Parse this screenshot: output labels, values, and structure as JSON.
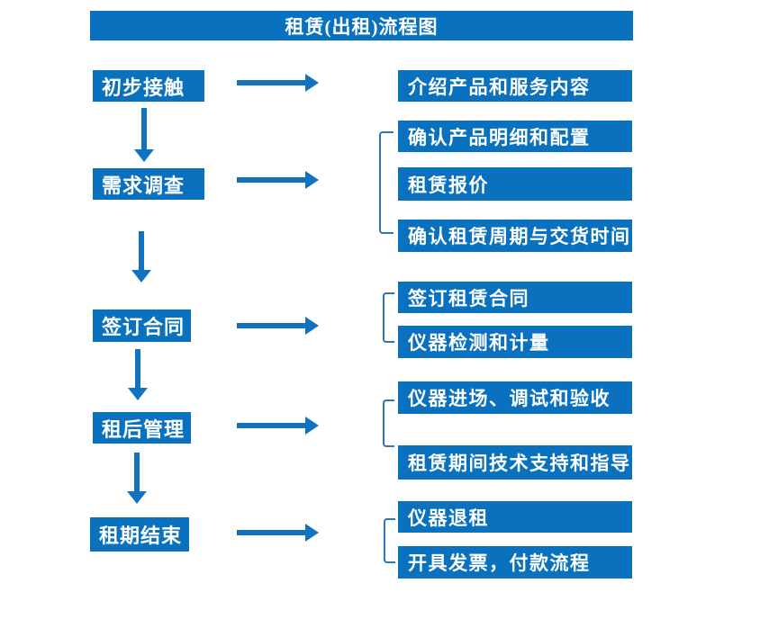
{
  "title": "租赁(出租)流程图",
  "colors": {
    "primary": "#0971BD",
    "arrow": "#1173C0",
    "bracket": "#2E75B6",
    "text": "#FFFFFF",
    "bg": "#FFFFFF"
  },
  "steps": [
    "初步接触",
    "需求调查",
    "签订合同",
    "租后管理",
    "租期结束"
  ],
  "details": [
    "介绍产品和服务内容",
    "确认产品明细和配置",
    "租赁报价",
    "确认租赁周期与交货时间",
    "签订租赁合同",
    "仪器检测和计量",
    "仪器进场、调试和验收",
    "租赁期间技术支持和指导",
    "仪器退租",
    "开具发票，付款流程"
  ]
}
